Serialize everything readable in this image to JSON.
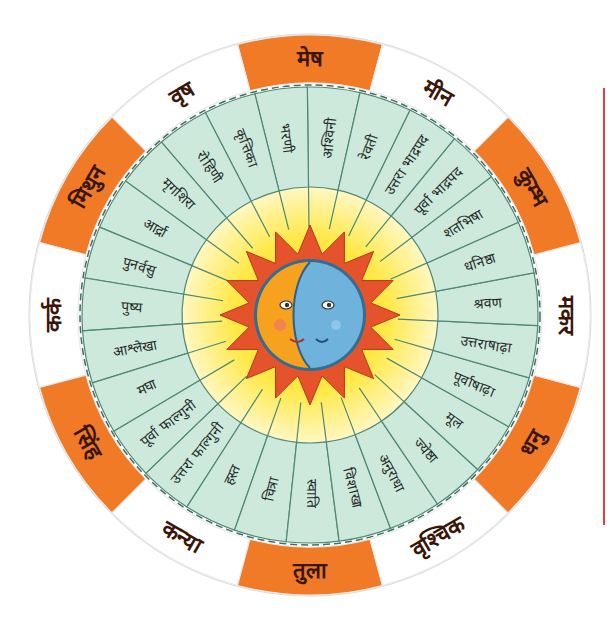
{
  "diagram": {
    "nodes": [
      {
        "text": [
          "मेष"
        ]
      },
      {
        "text": [
          "वृष"
        ]
      },
      {
        "text": [
          "मिथुन"
        ]
      },
      {
        "text": [
          "कर्क"
        ]
      },
      {
        "text": [
          "सिंह"
        ]
      },
      {
        "text": [
          "कन्या"
        ]
      },
      {
        "text": [
          "तुला"
        ]
      },
      {
        "text": [
          "वृश्चिक"
        ]
      },
      {
        "text": [
          "धनु"
        ]
      },
      {
        "text": [
          "मकर"
        ]
      },
      {
        "text": [
          "कुम्भ"
        ]
      },
      {
        "text": [
          "मीन"
        ]
      },
      {
        "text": [
          "अश्विनी"
        ]
      },
      {
        "text": [
          "भरणी"
        ]
      },
      {
        "text": [
          "कृत्तिका"
        ]
      },
      {
        "text": [
          "रोहिणी"
        ]
      },
      {
        "text": [
          "मृगशिरा"
        ]
      },
      {
        "text": [
          "आर्द्रा"
        ]
      },
      {
        "text": [
          "पुनर्वसु"
        ]
      },
      {
        "text": [
          "पुष्य"
        ]
      },
      {
        "text": [
          "आश्लेखा"
        ]
      },
      {
        "text": [
          "मघा"
        ]
      },
      {
        "text": [
          "पूर्वा फाल्गुनी"
        ]
      },
      {
        "text": [
          "उत्तरा फाल्गुनी"
        ]
      },
      {
        "text": [
          "हस्त"
        ]
      },
      {
        "text": [
          "चित्रा"
        ]
      },
      {
        "text": [
          "स्वाति"
        ]
      },
      {
        "text": [
          "विशाखा"
        ]
      },
      {
        "text": [
          "अनुराधा"
        ]
      },
      {
        "text": [
          "ज्येष्ठा"
        ]
      },
      {
        "text": [
          "मूल"
        ]
      },
      {
        "text": [
          "पूर्वाषाढ़ा"
        ]
      },
      {
        "text": [
          "उत्तराषाढ़ा"
        ]
      },
      {
        "text": [
          "श्रवण"
        ]
      },
      {
        "text": [
          "धनिष्ठा"
        ]
      },
      {
        "text": [
          "शतभिषा"
        ]
      },
      {
        "text": [
          "पूर्वा भाद्रपद"
        ]
      },
      {
        "text": [
          "उत्तरा भाद्रपद"
        ]
      },
      {
        "text": [
          "रेवती"
        ]
      }
    ]
  }
}
